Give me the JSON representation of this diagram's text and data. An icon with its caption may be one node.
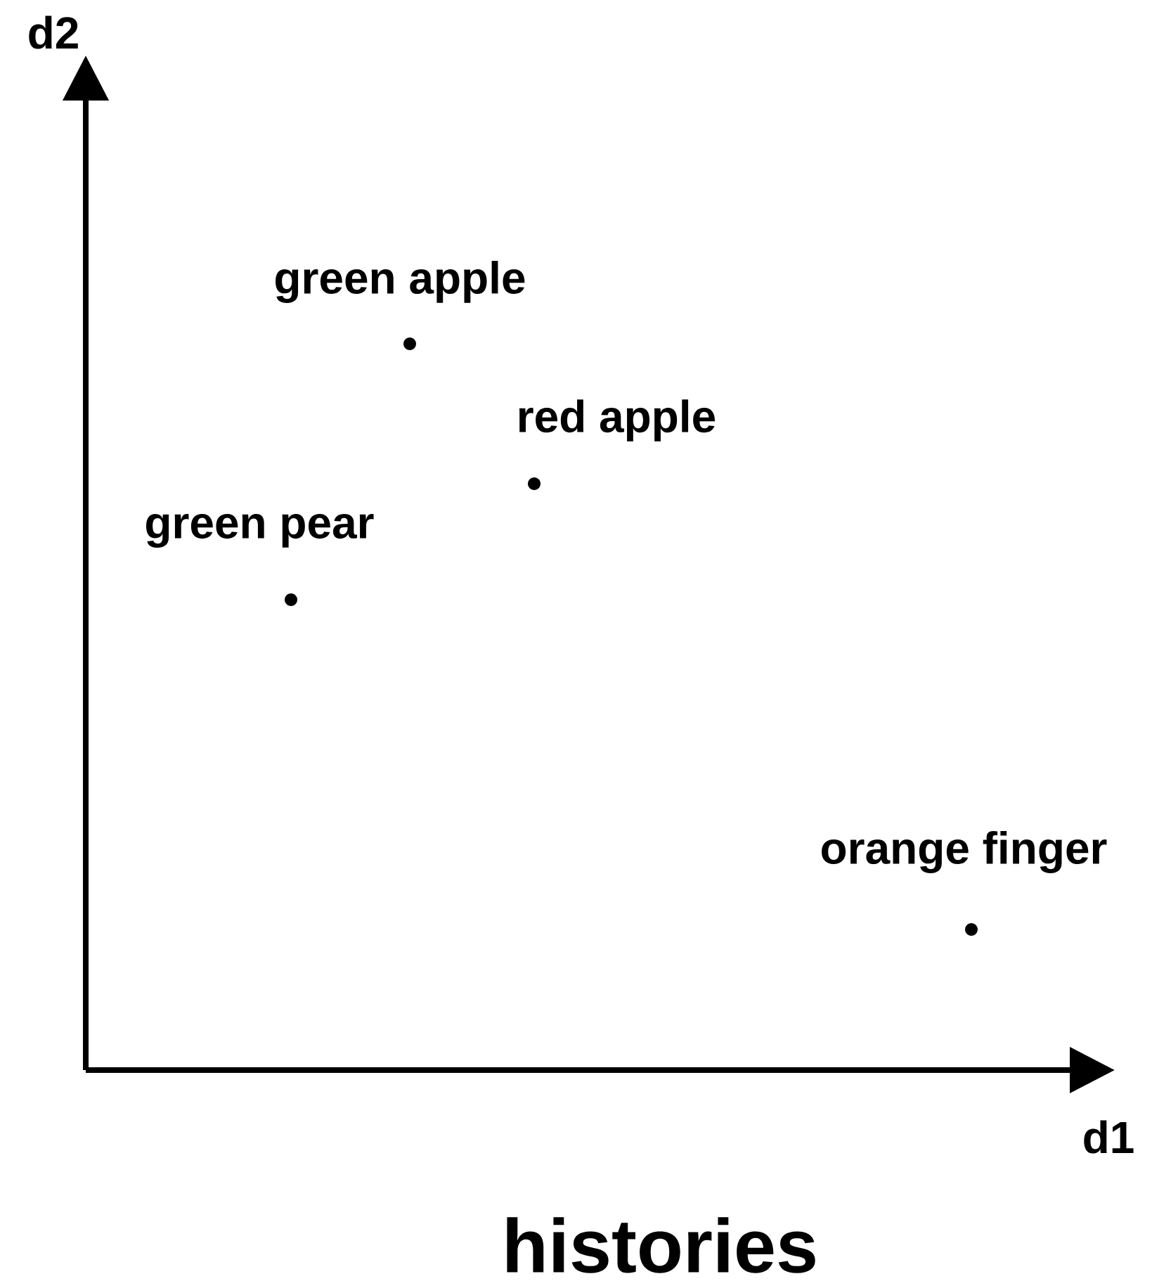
{
  "diagram": {
    "caption": "histories",
    "labels": [
      "d2",
      "green apple",
      "red apple",
      "green pear",
      "orange finger",
      "d1"
    ]
  }
}
